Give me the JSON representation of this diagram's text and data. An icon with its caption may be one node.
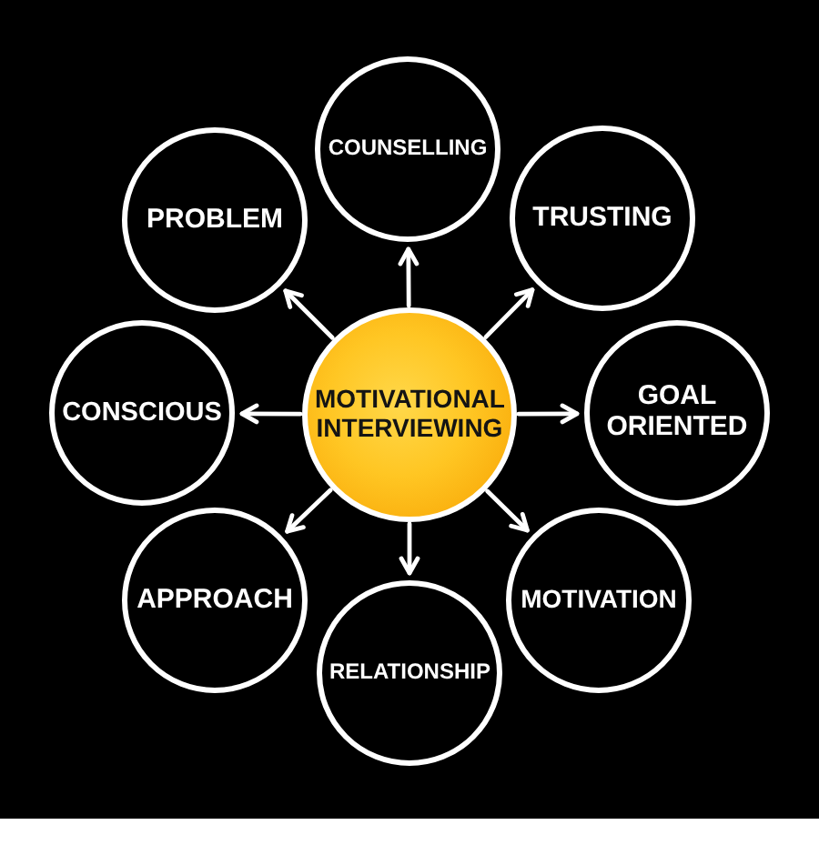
{
  "diagram": {
    "nodes": [
      {
        "text": [
          "MOTIVATIONAL INTERVIEWING"
        ]
      },
      {
        "text": [
          "COUNSELLING"
        ]
      },
      {
        "text": [
          "TRUSTING"
        ]
      },
      {
        "text": [
          "GOAL ORIENTED"
        ]
      },
      {
        "text": [
          "MOTIVATION"
        ]
      },
      {
        "text": [
          "RELATIONSHIP"
        ]
      },
      {
        "text": [
          "APPROACH"
        ]
      },
      {
        "text": [
          "CONSCIOUS"
        ]
      },
      {
        "text": [
          "PROBLEM"
        ]
      }
    ],
    "edges": [
      {
        "from": 0,
        "to": 1,
        "arrow": "to"
      },
      {
        "from": 0,
        "to": 2,
        "arrow": "to"
      },
      {
        "from": 0,
        "to": 3,
        "arrow": "to"
      },
      {
        "from": 0,
        "to": 4,
        "arrow": "to"
      },
      {
        "from": 0,
        "to": 5,
        "arrow": "to"
      },
      {
        "from": 0,
        "to": 6,
        "arrow": "to"
      },
      {
        "from": 0,
        "to": 7,
        "arrow": "to"
      },
      {
        "from": 0,
        "to": 8,
        "arrow": "to"
      }
    ]
  }
}
